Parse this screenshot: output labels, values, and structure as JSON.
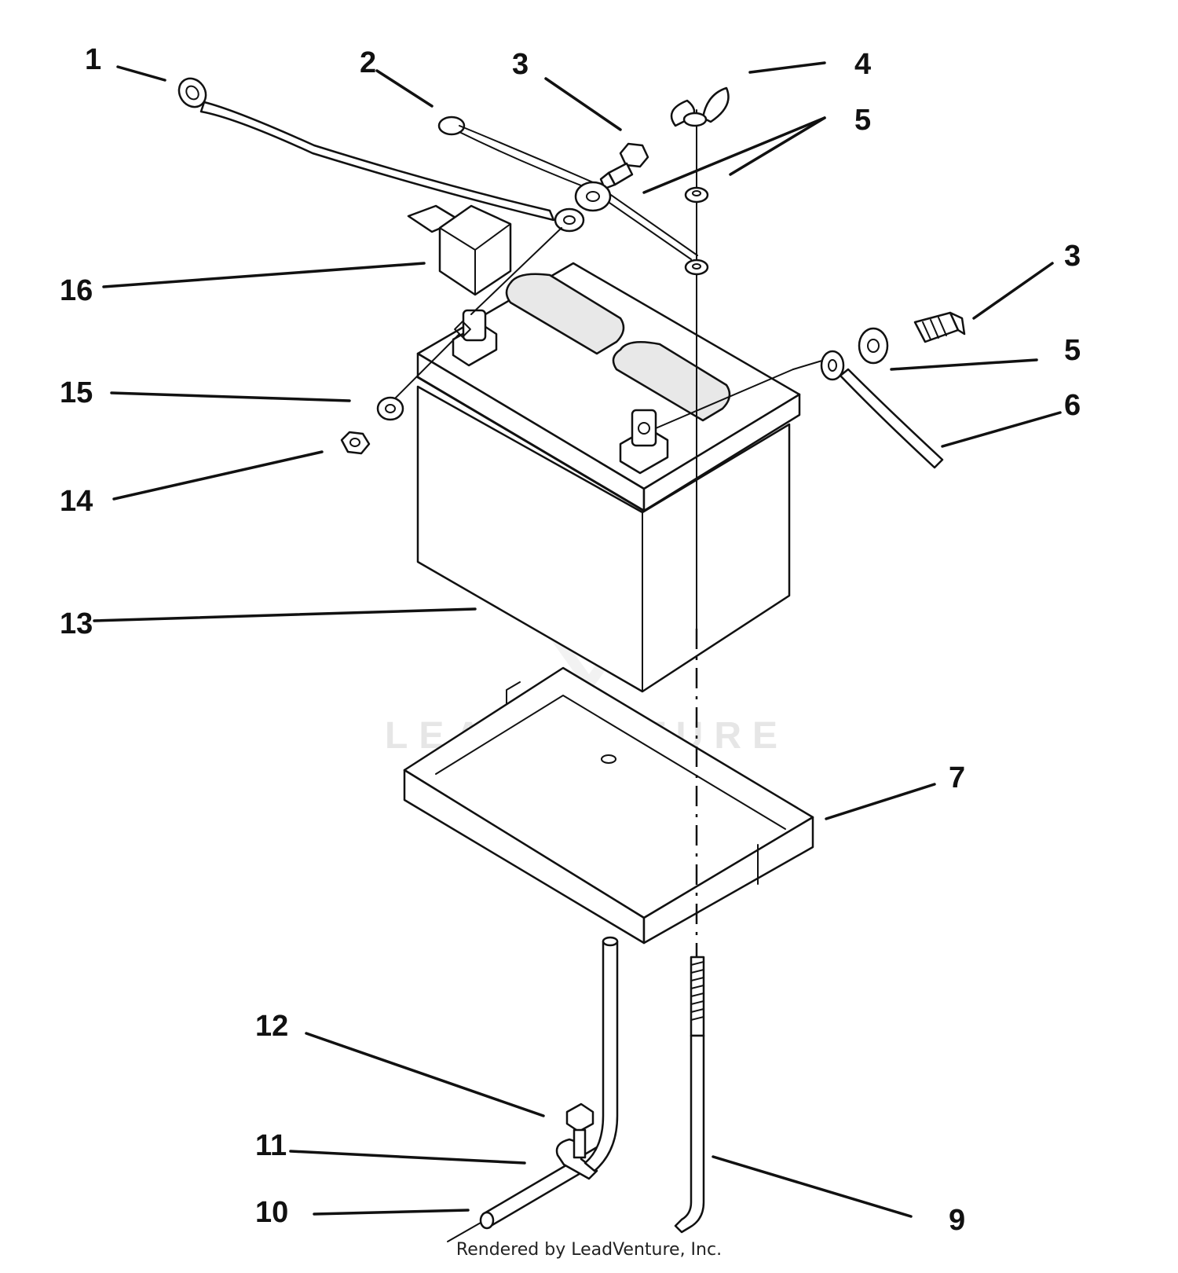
{
  "diagram": {
    "callouts": [
      "1",
      "2",
      "3",
      "4",
      "5",
      "16",
      "3",
      "15",
      "5",
      "6",
      "14",
      "13",
      "7",
      "12",
      "11",
      "9",
      "10"
    ],
    "watermark": "LEADVENTURE",
    "footer": "Rendered by LeadVenture, Inc.",
    "icons": [
      "flame-logo-icon"
    ],
    "colors": {
      "line": "#111111",
      "watermark": "#e6e6e6",
      "background": "#ffffff"
    }
  }
}
